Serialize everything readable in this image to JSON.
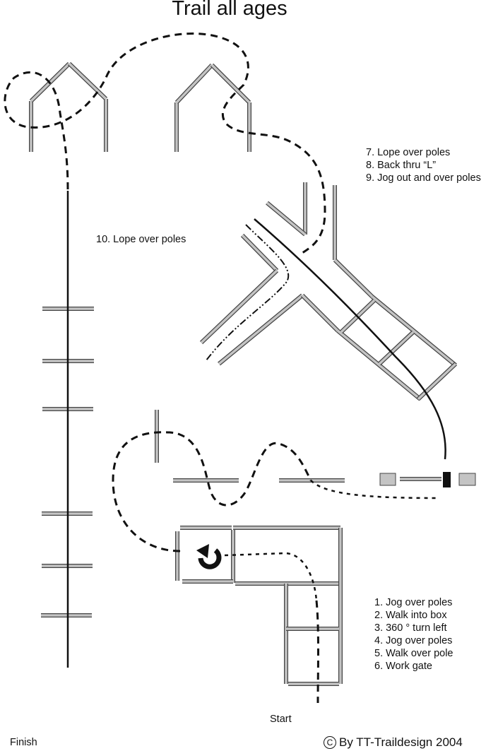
{
  "title": "Trail all ages",
  "instructions_top": [
    "7. Lope over poles",
    "8. Back thru “L”",
    "9. Jog out and over poles"
  ],
  "instruction_left": "10. Lope over poles",
  "instructions_bottom": [
    "1. Jog over poles",
    "2. Walk into box",
    "3. 360 ° turn left",
    "4. Jog over poles",
    "5. Walk over pole",
    "6. Work gate"
  ],
  "start_label": "Start",
  "finish_label": "Finish",
  "copyright_symbol": "C",
  "copyright": "By TT-Traildesign 2004"
}
